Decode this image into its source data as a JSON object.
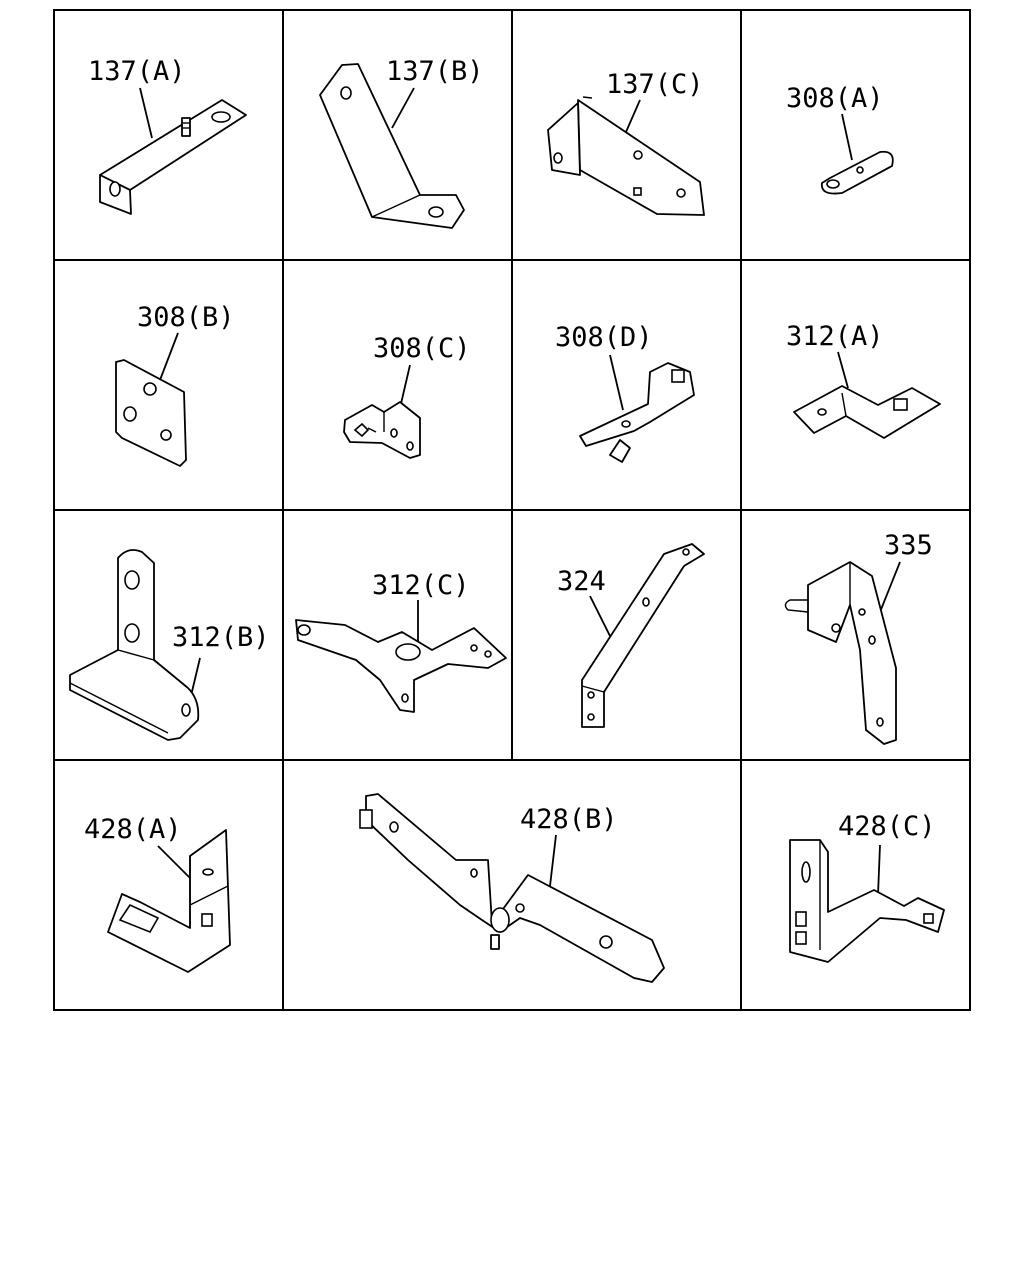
{
  "parts": [
    {
      "id": "p137a",
      "label": "137(A)"
    },
    {
      "id": "p137b",
      "label": "137(B)"
    },
    {
      "id": "p137c",
      "label": "137(C)"
    },
    {
      "id": "p308a",
      "label": "308(A)"
    },
    {
      "id": "p308b",
      "label": "308(B)"
    },
    {
      "id": "p308c",
      "label": "308(C)"
    },
    {
      "id": "p308d",
      "label": "308(D)"
    },
    {
      "id": "p312a",
      "label": "312(A)"
    },
    {
      "id": "p312b",
      "label": "312(B)"
    },
    {
      "id": "p312c",
      "label": "312(C)"
    },
    {
      "id": "p324",
      "label": "324"
    },
    {
      "id": "p335",
      "label": "335"
    },
    {
      "id": "p428a",
      "label": "428(A)"
    },
    {
      "id": "p428b",
      "label": "428(B)"
    },
    {
      "id": "p428c",
      "label": "428(C)"
    }
  ]
}
